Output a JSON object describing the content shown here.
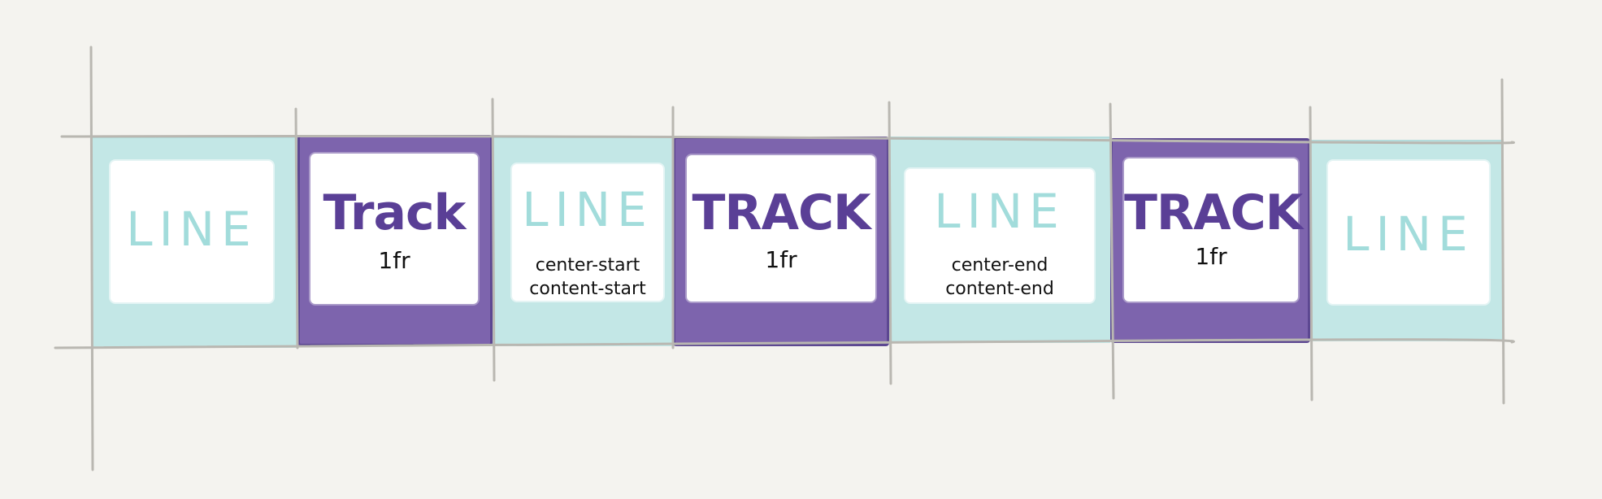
{
  "tracks": [
    {
      "label": "Track",
      "size": "1fr"
    },
    {
      "label": "TRACK",
      "size": "1fr"
    },
    {
      "label": "TRACK",
      "size": "1fr"
    }
  ],
  "lines": [
    {
      "label": "LINE",
      "names": []
    },
    {
      "label": "LINE",
      "names": [
        "center-start",
        "content-start"
      ]
    },
    {
      "label": "LINE",
      "names": [
        "center-end",
        "content-end"
      ]
    },
    {
      "label": "LINE",
      "names": []
    }
  ],
  "colors": {
    "background": "#f4f3ef",
    "line_fill": "#c3e7e6",
    "line_text": "#a2dcdb",
    "track_fill": "#7d64ad",
    "track_border": "#5c4791",
    "track_text": "#5a3f96",
    "grid_stroke": "#b9b7b1"
  }
}
